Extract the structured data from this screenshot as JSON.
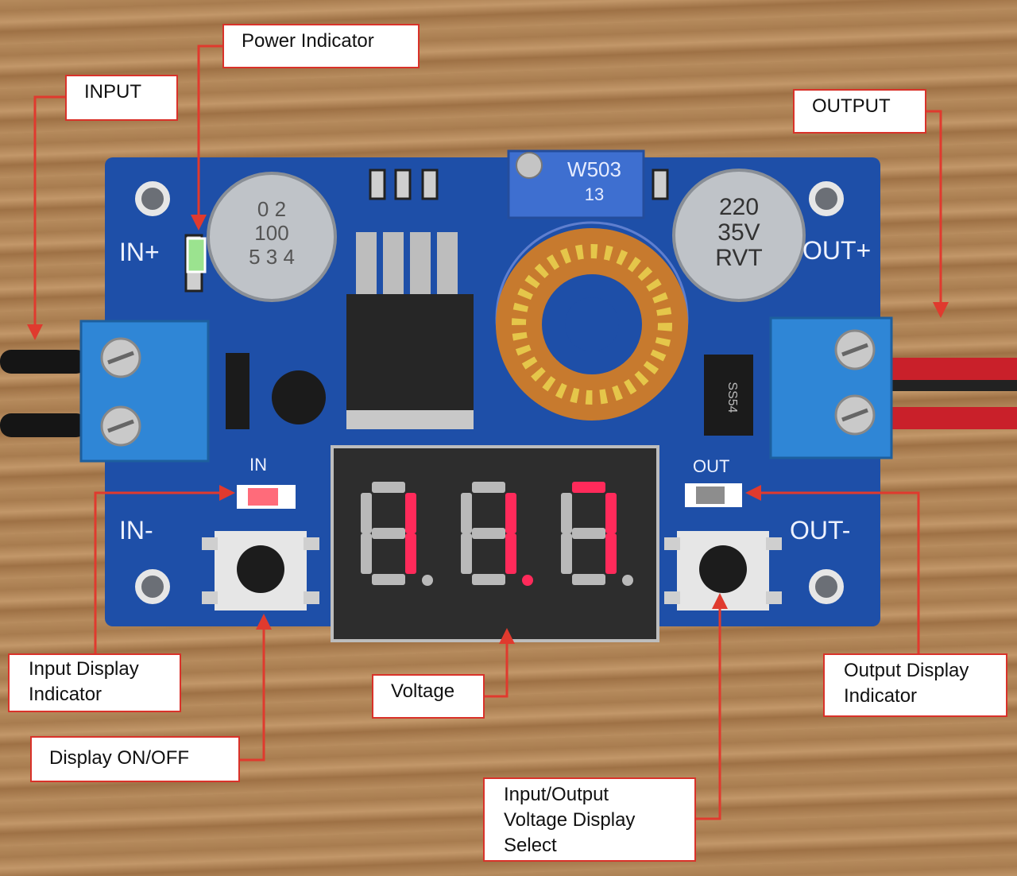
{
  "callouts": {
    "power_indicator": "Power Indicator",
    "input": "INPUT",
    "output": "OUTPUT",
    "input_display_indicator": [
      "Input Display",
      "Indicator"
    ],
    "voltage": "Voltage",
    "output_display_indicator": [
      "Output Display",
      "Indicator"
    ],
    "display_on_off": "Display ON/OFF",
    "io_voltage_select": [
      "Input/Output",
      "Voltage Display",
      "Select"
    ]
  },
  "board": {
    "labels": {
      "in_plus": "IN+",
      "in_minus": "IN-",
      "out_plus": "OUT+",
      "out_minus": "OUT-",
      "in_led": "IN",
      "out_led": "OUT"
    },
    "capacitor_left": [
      "0 2",
      "100",
      "5 3 4"
    ],
    "capacitor_right": [
      "220",
      "35V",
      "RVT"
    ],
    "potentiometer": [
      "W503",
      "13"
    ],
    "diode": "SS54",
    "display_reading": "11.7"
  },
  "colors": {
    "pcb": "#1e4fa8",
    "callout_border": "#d9322a",
    "arrow": "#e03a2e",
    "segment_on": "#ff2a5a",
    "segment_off": "#b9b9b9",
    "terminal": "#2f86d6"
  }
}
